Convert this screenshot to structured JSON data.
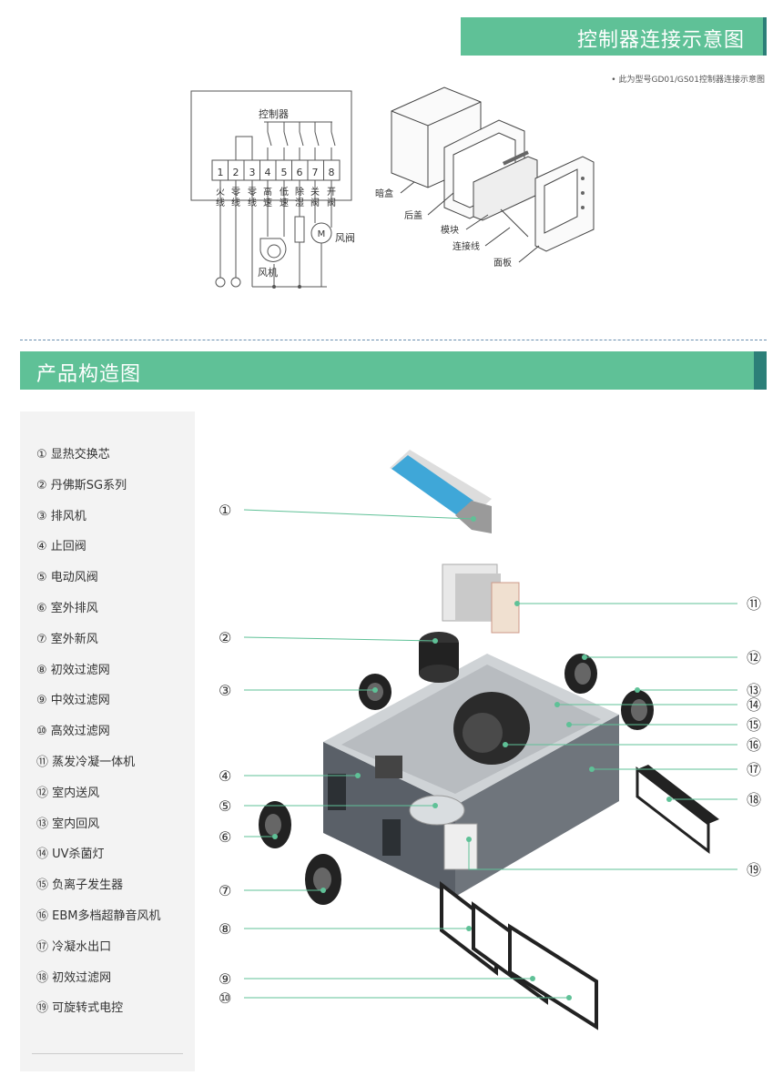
{
  "header": {
    "title": "控制器连接示意图",
    "note": "• 此为型号GD01/GS01控制器连接示意图"
  },
  "wiring": {
    "controller": "控制器",
    "terminals": [
      "1",
      "2",
      "3",
      "4",
      "5",
      "6",
      "7",
      "8"
    ],
    "labels": [
      "火线",
      "零线",
      "零线",
      "高速",
      "低速",
      "除湿",
      "关阀",
      "开阀"
    ],
    "fan": "风机",
    "valve": "风阀",
    "motor_symbol": "M"
  },
  "exploded": {
    "box": "暗盒",
    "back_cover": "后盖",
    "module": "模块",
    "cable": "连接线",
    "panel": "面板"
  },
  "section": {
    "title": "产品构造图"
  },
  "legend": [
    "① 显热交换芯",
    "② 丹佛斯SG系列",
    "③ 排风机",
    "④ 止回阀",
    "⑤ 电动风阀",
    "⑥ 室外排风",
    "⑦ 室外新风",
    "⑧ 初效过滤网",
    "⑨ 中效过滤网",
    "⑩ 高效过滤网",
    "⑪ 蒸发冷凝一体机",
    "⑫ 室内送风",
    "⑬ 室内回风",
    "⑭ UV杀菌灯",
    "⑮ 负离子发生器",
    "⑯ EBM多档超静音风机",
    "⑰ 冷凝水出口",
    "⑱ 初效过滤网",
    "⑲ 可旋转式电控"
  ],
  "callouts": {
    "left": [
      "①",
      "②",
      "③",
      "④",
      "⑤",
      "⑥",
      "⑦",
      "⑧",
      "⑨",
      "⑩"
    ],
    "right": [
      "⑪",
      "⑫",
      "⑬",
      "⑭",
      "⑮",
      "⑯",
      "⑰",
      "⑱",
      "⑲"
    ]
  },
  "colors": {
    "accent": "#5fc197",
    "accent_dark": "#2c7f78"
  }
}
